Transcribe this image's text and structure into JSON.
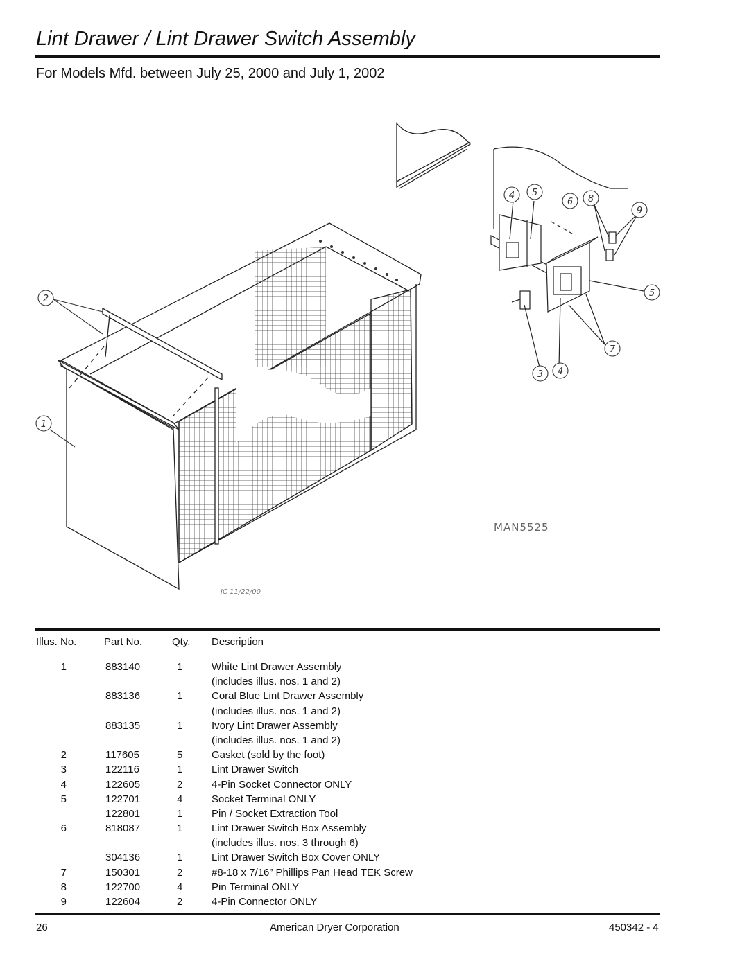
{
  "page": {
    "title": "Lint Drawer / Lint Drawer Switch Assembly",
    "subtitle": "For Models Mfd. between July 25, 2000 and July 1, 2002"
  },
  "drawing": {
    "code": "MAN5525",
    "signature": "JC 11/22/00",
    "callouts": [
      "1",
      "2",
      "3",
      "4",
      "4",
      "5",
      "5",
      "6",
      "7",
      "8",
      "9"
    ]
  },
  "table": {
    "headers": {
      "illus": "Illus. No.",
      "part": "Part No.",
      "qty": "Qty.",
      "desc": "Description"
    },
    "rows": [
      {
        "illus": "1",
        "part": "883140",
        "qty": "1",
        "desc": "White Lint Drawer Assembly"
      },
      {
        "illus": "",
        "part": "",
        "qty": "",
        "desc": "(includes illus. nos. 1 and 2)"
      },
      {
        "illus": "",
        "part": "883136",
        "qty": "1",
        "desc": "Coral Blue Lint Drawer Assembly"
      },
      {
        "illus": "",
        "part": "",
        "qty": "",
        "desc": "(includes illus. nos. 1 and 2)"
      },
      {
        "illus": "",
        "part": "883135",
        "qty": "1",
        "desc": "Ivory Lint Drawer Assembly"
      },
      {
        "illus": "",
        "part": "",
        "qty": "",
        "desc": "(includes illus. nos. 1 and 2)"
      },
      {
        "illus": "2",
        "part": "117605",
        "qty": "5",
        "desc": "Gasket (sold by the foot)"
      },
      {
        "illus": "3",
        "part": "122116",
        "qty": "1",
        "desc": "Lint Drawer Switch"
      },
      {
        "illus": "4",
        "part": "122605",
        "qty": "2",
        "desc": "4-Pin Socket Connector ONLY"
      },
      {
        "illus": "5",
        "part": "122701",
        "qty": "4",
        "desc": "Socket Terminal ONLY"
      },
      {
        "illus": "",
        "part": "122801",
        "qty": "1",
        "desc": "Pin / Socket Extraction Tool"
      },
      {
        "illus": "6",
        "part": "818087",
        "qty": "1",
        "desc": "Lint Drawer Switch Box Assembly"
      },
      {
        "illus": "",
        "part": "",
        "qty": "",
        "desc": "(includes illus. nos. 3 through 6)"
      },
      {
        "illus": "",
        "part": "304136",
        "qty": "1",
        "desc": "Lint Drawer Switch Box Cover ONLY"
      },
      {
        "illus": "7",
        "part": "150301",
        "qty": "2",
        "desc": "#8-18 x 7/16” Phillips Pan Head TEK Screw"
      },
      {
        "illus": "8",
        "part": "122700",
        "qty": "4",
        "desc": "Pin Terminal ONLY"
      },
      {
        "illus": "9",
        "part": "122604",
        "qty": "2",
        "desc": "4-Pin Connector ONLY"
      }
    ]
  },
  "footer": {
    "page_number": "26",
    "company": "American Dryer Corporation",
    "doc_number": "450342 - 4"
  }
}
